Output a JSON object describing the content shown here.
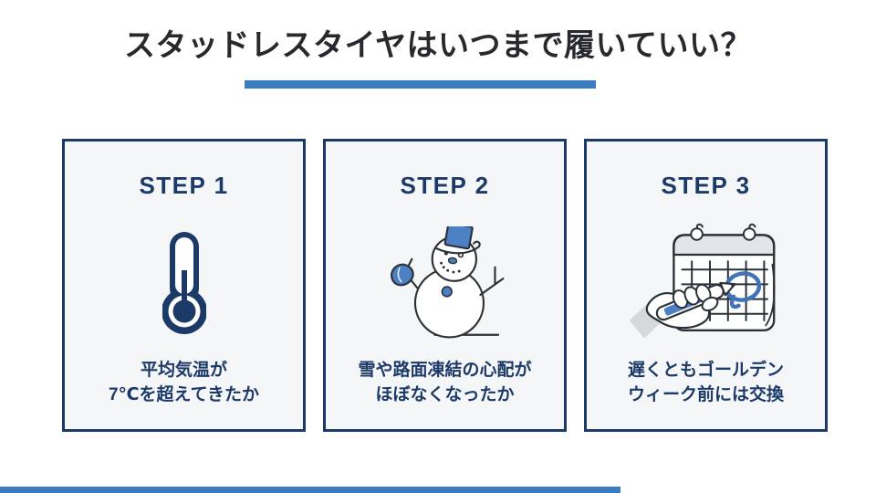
{
  "header": {
    "title": "スタッドレスタイヤはいつまで履いていい？"
  },
  "accents": {
    "title_underline_color": "#3a7cc1",
    "bottom_bar_color": "#3a7cc1"
  },
  "colors": {
    "title_text": "#27292e",
    "navy": "#1c3a68",
    "card_background": "#f5f6f8",
    "card_border": "#1c3a68",
    "illustration_outline": "#2c3138",
    "illustration_blue": "#4b80c5",
    "calendar_header_gray": "#e3e5e8",
    "sleeve_gray": "#d6d8db"
  },
  "steps": [
    {
      "label": "STEP 1",
      "icon": "thermometer-icon",
      "caption_line1": "平均気温が",
      "caption_line2": "7℃を超えてきたか"
    },
    {
      "label": "STEP 2",
      "icon": "snowman-icon",
      "caption_line1": "雪や路面凍結の心配が",
      "caption_line2": "ほぼなくなったか"
    },
    {
      "label": "STEP 3",
      "icon": "calendar-marking-icon",
      "caption_line1": "遅くともゴールデン",
      "caption_line2": "ウィーク前には交換"
    }
  ]
}
